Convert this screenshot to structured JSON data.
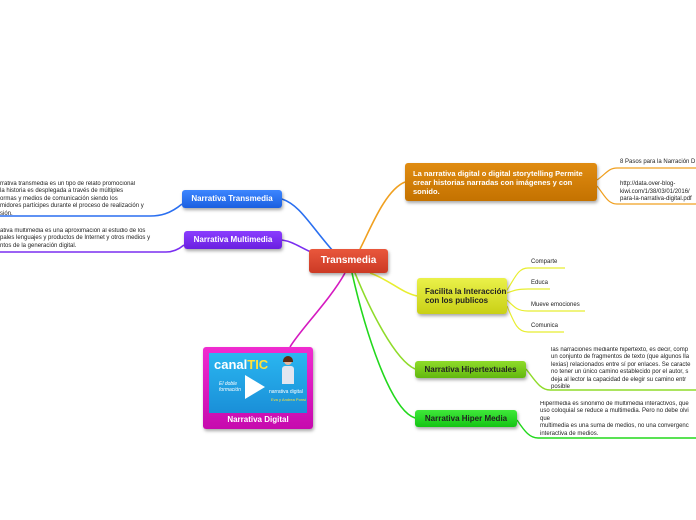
{
  "central": {
    "label": "Transmedia"
  },
  "narrativa_transmedia": {
    "label": "Narrativa Transmedia",
    "note": "rrativa transmedia es un tipo de relato promocional\n la historia es desplegada a través de múltiples\normas y medios de comunicación siendo los\nmidores partícipes durante el proceso de realización y\nsión."
  },
  "narrativa_multimedia": {
    "label": "Narrativa Multimedia",
    "note": "ativa multimedia es una aproximación al estudio de los\npales lenguajes y productos de Internet y otros medios y\nntos de la generación digital."
  },
  "narrativa_digital_node": {
    "label": "La narrativa digital o digital storytelling Permite crear historias  narradas con imágenes y con sonido.",
    "leaves": [
      "8 Pasos para la Narración D",
      "http://data.over-blog-\nkiwi.com/1/38/03/01/2016/\npara-la-narrativa-digital.pdf"
    ]
  },
  "facilita": {
    "label": "Facilita la Interacción con los publicos",
    "leaves": [
      "Comparte",
      "Educa",
      "Mueve emociones",
      "Comunica"
    ]
  },
  "hipertextuales": {
    "label": "Narrativa Hipertextuales",
    "note": "las narraciones mediante hipertexto, es decir, comp\nun conjunto de fragmentos de texto (que algunos lla\nlexias) relacionados entre sí por enlaces. Se caracte\nno tener un único camino establecido por el autor, s\ndeja al lector la capacidad de elegir su camino entr\nposible"
  },
  "hiper_media": {
    "label": "Narrativa Hiper Media",
    "note": "Hipermedia es sinónimo de multimedia interactivos, que\nuso coloquial se reduce a multimedia. Pero no debe olvi\nque\nmultimedia es una suma de medios, no una convergenc\ninteractiva de medios."
  },
  "narrativa_digital_image": {
    "label": "Narrativa Digital",
    "thumb": {
      "brand_a": "canal",
      "brand_b": "TIC",
      "tagline": "El doble\nformación",
      "title": "narrativa digital",
      "subtitle": "Eva y Andrea Ponsí"
    }
  },
  "colors": {
    "central": "#e04a30",
    "transmedia": "#2a6ff0",
    "multimedia": "#7a2ef0",
    "digital": "#d88009",
    "facilita": "#dce820",
    "hipertextuales": "#7cd01e",
    "hipermedia": "#22d81c",
    "image": "#d51ac0"
  }
}
